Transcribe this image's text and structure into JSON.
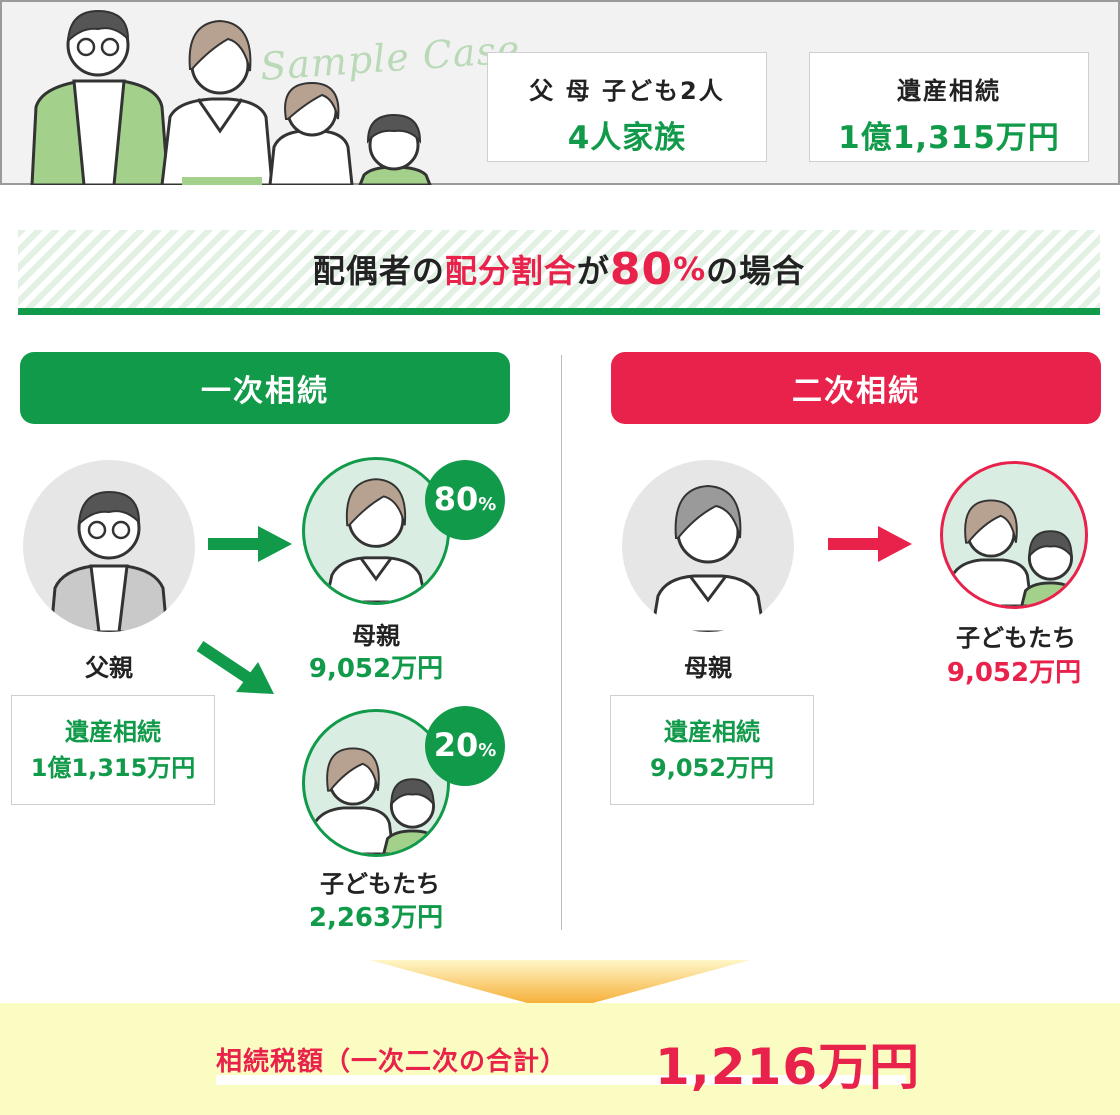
{
  "banner": {
    "sample_case": "Sample Case",
    "family_line1": "父 母 子ども2人",
    "family_line2": "4人家族",
    "estate_line1": "遺産相続",
    "estate_line2": "1億1,315万円"
  },
  "heading": {
    "part1": "配偶者の",
    "part2": "配分割合",
    "part3": "が",
    "part4": "80",
    "part5": "%",
    "part6": "の場合"
  },
  "first": {
    "title": "一次相続",
    "father_name": "父親",
    "estate_label": "遺産相続",
    "estate_value": "1億1,315万円",
    "mother_badge_num": "80",
    "mother_badge_pct": "%",
    "mother_name": "母親",
    "mother_amount": "9,052万円",
    "kids_badge_num": "20",
    "kids_badge_pct": "%",
    "kids_name": "子どもたち",
    "kids_amount": "2,263万円"
  },
  "second": {
    "title": "二次相続",
    "mother_name": "母親",
    "estate_label": "遺産相続",
    "estate_value": "9,052万円",
    "kids_name": "子どもたち",
    "kids_amount": "9,052万円"
  },
  "total": {
    "label": "相続税額（一次二次の合計）",
    "value": "1,216万円"
  },
  "colors": {
    "green": "#119a4a",
    "red": "#e8224b",
    "yellow": "#fbfcc2"
  }
}
